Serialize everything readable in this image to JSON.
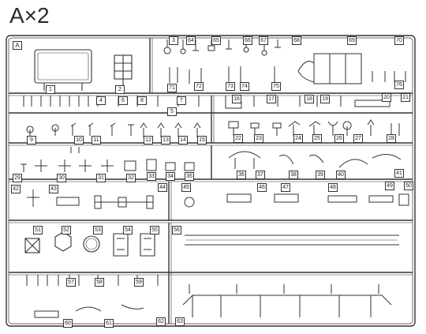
{
  "title": "A×2",
  "sprue_letter": "A",
  "part_numbers": [
    "1",
    "2",
    "3",
    "4",
    "5",
    "6",
    "7",
    "8",
    "9",
    "10",
    "11",
    "12",
    "13",
    "14",
    "15",
    "16",
    "17",
    "18",
    "19",
    "20",
    "21",
    "22",
    "23",
    "24",
    "25",
    "26",
    "27",
    "28",
    "29",
    "30",
    "31",
    "32",
    "33",
    "34",
    "35",
    "36",
    "37",
    "38",
    "39",
    "40",
    "41",
    "42",
    "43",
    "44",
    "45",
    "46",
    "47",
    "48",
    "49",
    "50",
    "51",
    "52",
    "53",
    "54",
    "55",
    "56",
    "57",
    "58",
    "59",
    "60",
    "61",
    "62",
    "63",
    "64",
    "65",
    "66",
    "67",
    "68",
    "69",
    "70",
    "71",
    "72",
    "73",
    "74",
    "75",
    "76"
  ],
  "colors": {
    "line": "#333333",
    "background": "#ffffff",
    "tag_fill": "#ffffff"
  }
}
